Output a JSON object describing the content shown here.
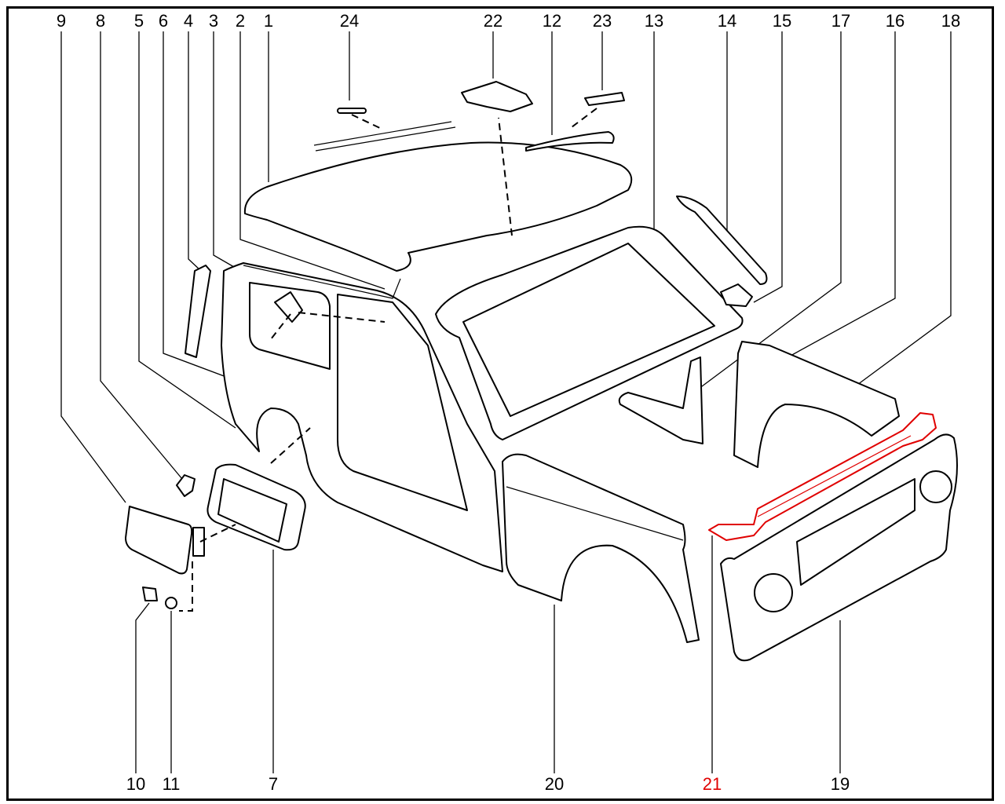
{
  "diagram": {
    "top_labels": [
      "9",
      "8",
      "5",
      "6",
      "4",
      "3",
      "2",
      "1",
      "24",
      "22",
      "12",
      "23",
      "13",
      "14",
      "15",
      "17",
      "16",
      "18"
    ],
    "bottom_labels": [
      "10",
      "11",
      "7",
      "20",
      "21",
      "19"
    ],
    "highlighted_label": "21",
    "highlight_color": "#e00000"
  }
}
